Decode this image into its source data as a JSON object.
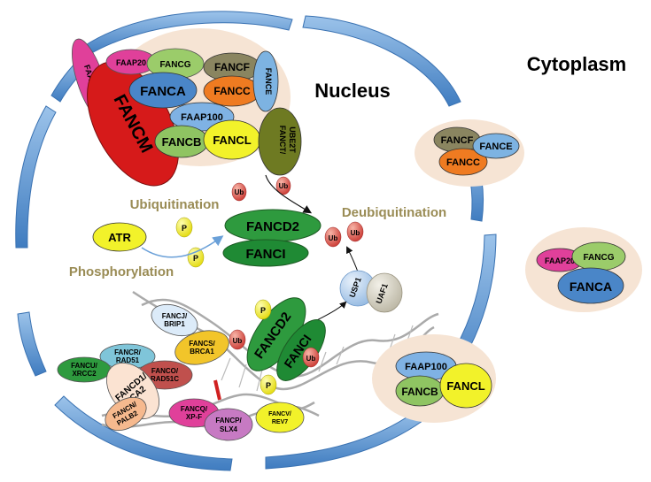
{
  "regions": {
    "nucleus": "Nucleus",
    "cytoplasm": "Cytoplasm"
  },
  "processes": {
    "ubiquitination": "Ubiquitination",
    "deubiquitination": "Deubiquitination",
    "phosphorylation": "Phosphorylation"
  },
  "core_complex": {
    "faap24": "FAAP24",
    "fancm": "FANCM",
    "faap20": "FAAP20",
    "fancg": "FANCG",
    "fanca": "FANCA",
    "fancf": "FANCF",
    "fancc": "FANCC",
    "fance": "FANCE",
    "faap100": "FAAP100",
    "fancb": "FANCB",
    "fancl": "FANCL",
    "fanct_line1": "FANCT/",
    "fanct_line2": "UBE2T"
  },
  "id2": {
    "fancd2": "FANCD2",
    "fanci": "FANCI"
  },
  "kinase": {
    "atr": "ATR"
  },
  "marks": {
    "ub": "Ub",
    "p": "P"
  },
  "deub": {
    "usp1": "USP1",
    "uaf1": "UAF1"
  },
  "repair": {
    "fancj_1": "FANCJ/",
    "fancj_2": "BRIP1",
    "fancs_1": "FANCS/",
    "fancs_2": "BRCA1",
    "fancr_1": "FANCR/",
    "fancr_2": "RAD51",
    "fancu_1": "FANCU/",
    "fancu_2": "XRCC2",
    "fanco_1": "FANCO/",
    "fanco_2": "RAD51C",
    "fancd1_1": "FANCD1/",
    "fancd1_2": "BRCA2",
    "fancn_1": "FANCN/",
    "fancn_2": "PALB2",
    "fancq_1": "FANCQ/",
    "fancq_2": "XP-F",
    "fancp_1": "FANCP/",
    "fancp_2": "SLX4",
    "fancv_1": "FANCV/",
    "fancv_2": "REV7",
    "dna_fancd2": "FANCD2",
    "dna_fanci": "FANCI"
  },
  "cytoplasm_complexes": {
    "c1": {
      "fancf": "FANCF",
      "fancc": "FANCC",
      "fance": "FANCE"
    },
    "c2": {
      "faap20": "FAAP20",
      "fancg": "FANCG",
      "fanca": "FANCA"
    },
    "c3": {
      "faap100": "FAAP100",
      "fancb": "FANCB",
      "fancl": "FANCL"
    }
  },
  "colors": {
    "membrane": "#5b93cf",
    "halo": "#f6e4d4",
    "fancm": "#e02020",
    "faap24": "#e0409a",
    "fanca": "#4a86c8",
    "fancg": "#9bcc6a",
    "fancc": "#ef7b21",
    "fancf": "#8a8560",
    "fance": "#7db3e2",
    "fancl": "#f2f22a",
    "fancb": "#8fc462",
    "faap100": "#7fb2e4",
    "fanct": "#6e7a22",
    "fancd2": "#2e9a3e",
    "ub": "#d9534f",
    "p": "#f2f21a",
    "process_text": "#9a8c55"
  }
}
